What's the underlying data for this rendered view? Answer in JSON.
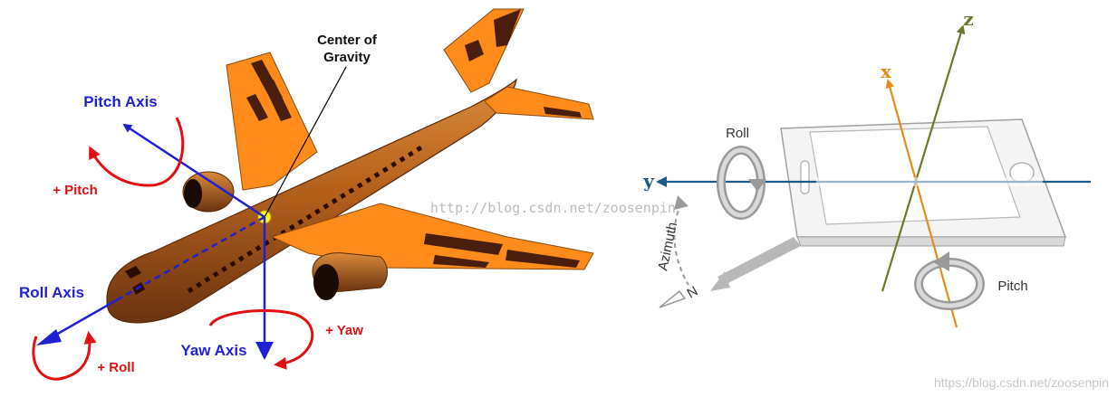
{
  "airplane": {
    "center_label_line1": "Center of",
    "center_label_line2": "Gravity",
    "pitch_axis": "Pitch  Axis",
    "pitch_plus": "+ Pitch",
    "roll_axis": "Roll  Axis",
    "roll_plus": "+ Roll",
    "yaw_axis": "Yaw  Axis",
    "yaw_plus": "+ Yaw"
  },
  "phone": {
    "axis_x": "x",
    "axis_y": "y",
    "axis_z": "z",
    "roll": "Roll",
    "pitch": "Pitch",
    "azimuth": "Azimuth",
    "north": "N"
  },
  "watermarks": {
    "center": "http://blog.csdn.net/zoosenpin",
    "corner": "https://blog.csdn.net/zoosenpin"
  },
  "colors": {
    "fuselage": "#b8621a",
    "wing": "#ff8c1a",
    "dark_accent": "#4a1e0c",
    "axis_blue": "#1f1fd6",
    "rotation_red": "#e01010",
    "x_axis": "#e88a1a",
    "y_axis": "#1a5a8a",
    "z_axis": "#6b7a2a"
  }
}
